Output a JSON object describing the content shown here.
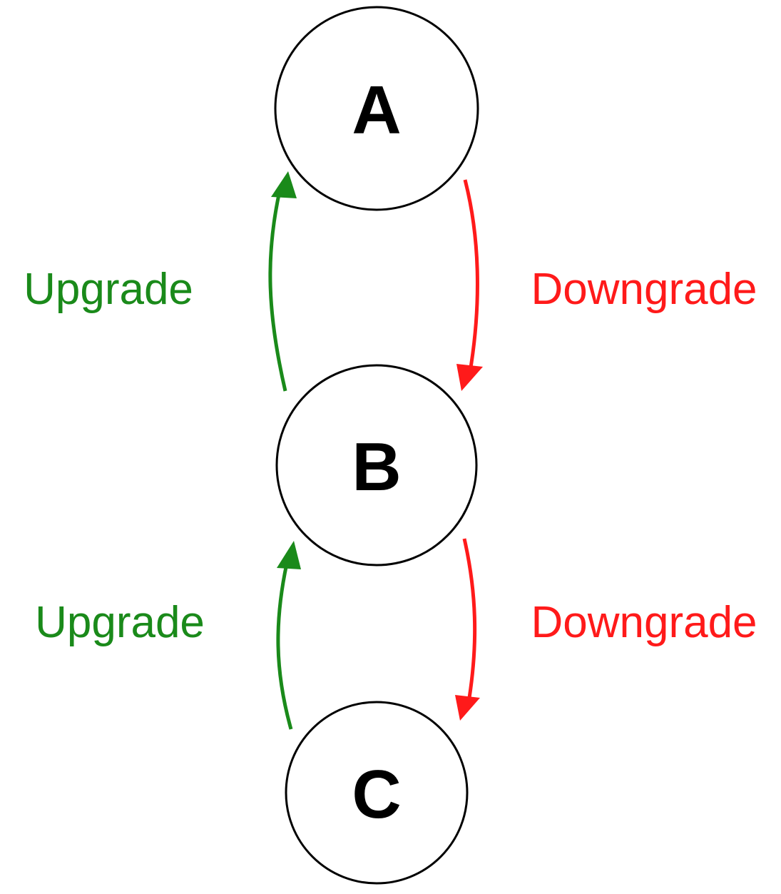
{
  "colors": {
    "upgrade": "#1a8a1a",
    "downgrade": "#ff1a1a",
    "node_stroke": "#000000",
    "background": "#ffffff"
  },
  "nodes": [
    {
      "id": "a",
      "label": "A"
    },
    {
      "id": "b",
      "label": "B"
    },
    {
      "id": "c",
      "label": "C"
    }
  ],
  "edges": [
    {
      "id": "b-to-a",
      "from": "B",
      "to": "A",
      "type": "upgrade",
      "label": "Upgrade"
    },
    {
      "id": "a-to-b",
      "from": "A",
      "to": "B",
      "type": "downgrade",
      "label": "Downgrade"
    },
    {
      "id": "c-to-b",
      "from": "C",
      "to": "B",
      "type": "upgrade",
      "label": "Upgrade"
    },
    {
      "id": "b-to-c",
      "from": "B",
      "to": "C",
      "type": "downgrade",
      "label": "Downgrade"
    }
  ]
}
